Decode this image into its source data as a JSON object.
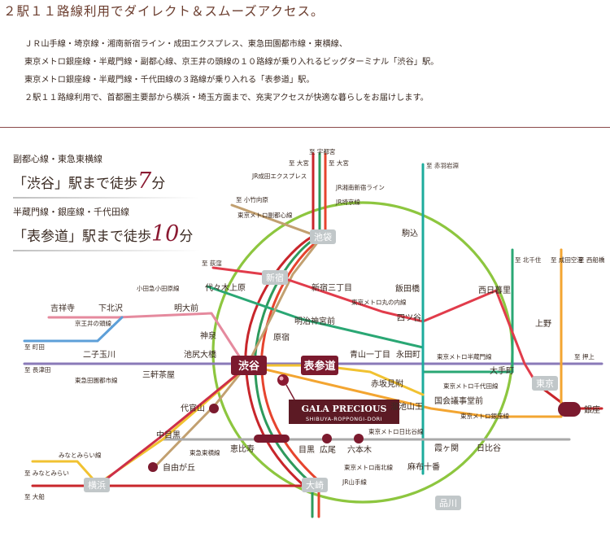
{
  "heading": "２駅１１路線利用でダイレクト＆スムーズアクセス。",
  "intro": [
    "ＪＲ山手線・埼京線・湘南新宿ライン・成田エクスプレス、東急田園都市線・東横線、",
    "東京メトロ銀座線・半蔵門線・副都心線、京王井の頭線の１０路線が乗り入れるビッグターミナル「渋谷」駅。",
    "東京メトロ銀座線・半蔵門線・千代田線の３路線が乗り入れる「表参道」駅。",
    "２駅１１路線利用で、首都圏主要部から横浜・埼玉方面まで、充実アクセスが快適な暮らしをお届けします。"
  ],
  "callouts": {
    "shibuya": {
      "lines": "副都心線・東急東横線",
      "text_before": "「渋谷」駅まで徒歩",
      "minutes": "7",
      "unit": "分"
    },
    "omotesando": {
      "lines": "半蔵門線・銀座線・千代田線",
      "text_before": "「表参道」駅まで徒歩",
      "minutes": "10",
      "unit": "分"
    }
  },
  "property": {
    "name": "GALA PRECIOUS",
    "sub": "SHIBUYA-ROPPONGI-DORI"
  },
  "colors": {
    "yamanote": "#8dc63f",
    "saikyo": "#2e9a5c",
    "shonan": "#e6442e",
    "narita": "#c8262b",
    "hanzomon": "#8a7ab8",
    "ginza": "#f3a531",
    "chiyoda": "#2aa774",
    "fukutoshin": "#c2a070",
    "marunouchi": "#e13c4b",
    "hibiya": "#a9a9a9",
    "namboku": "#1cab9c",
    "toyoko": "#cd2f49",
    "denentoshi": "#a8378c",
    "keioinokashira": "#e58a9e",
    "odakyu": "#5d9fd8",
    "yellow": "#f1c231",
    "term": "#c1c7c9",
    "major": "#7b1a2e"
  },
  "stations": {
    "terminals": [
      "池袋",
      "新宿",
      "東京",
      "品川",
      "大崎",
      "横浜"
    ],
    "majors": [
      "渋谷",
      "表参道",
      "銀座"
    ],
    "minors": [
      "代官山",
      "自由が丘",
      "広尾",
      "六本木"
    ],
    "labels": {
      "komagome": "駒込",
      "iidabashi": "飯田橋",
      "yotsuya": "四ツ谷",
      "nishinippori": "西日暮里",
      "ueno": "上野",
      "shinjukusanchome": "新宿三丁目",
      "meijijingumae": "明治神宮前",
      "harajuku": "原宿",
      "yoyogiuehara": "代々木上原",
      "shimokitazawa": "下北沢",
      "kichijoji": "吉祥寺",
      "meidaimae": "明大前",
      "shinsen": "神泉",
      "futakotamagawa": "二子玉川",
      "ikejiriohashi": "池尻大橋",
      "sangenjaya": "三軒茶屋",
      "aoyamaitchome": "青山一丁目",
      "nagatacho": "永田町",
      "akasakamitsuke": "赤坂見附",
      "otemachi": "大手町",
      "tameikesanno": "溜池山王",
      "kokkaigijidomae": "国会議事堂前",
      "kasumigaseki": "霞ヶ関",
      "hibiya": "日比谷",
      "nakameguro": "中目黒",
      "ebisu": "恵比寿",
      "meguro": "目黒",
      "azabujuban": "麻布十番"
    },
    "line_names": {
      "narita": "JR成田エクスプレス",
      "shonan": "JR湘南新宿ライン",
      "saikyo": "JR埼京線",
      "fukutoshin": "東京メトロ副都心線",
      "odakyu": "小田急小田原線",
      "keio": "京王井の頭線",
      "marunouchi": "東京メトロ丸の内線",
      "denentoshi": "東急田園都市線",
      "toyoko": "東急東横線",
      "minatomirai": "みなとみらい線",
      "hanzomon": "東京メトロ半蔵門線",
      "chiyoda": "東京メトロ千代田線",
      "ginza": "東京メトロ銀座線",
      "hibiya": "東京メトロ日比谷線",
      "namboku": "東京メトロ南北線",
      "yamanote": "JR山手線"
    },
    "destinations": {
      "utsunomiya": "至 宇都宮",
      "omiya1": "至 大宮",
      "omiya2": "至 大宮",
      "kotakemukaihara": "至 小竹向原",
      "akabaneiwabuchi": "至 赤羽岩淵",
      "ogikubo": "至 荻窪",
      "kitasenju": "至 北千住",
      "naritakuko": "至 成田空港",
      "nishifunabashi": "至 西船橋",
      "machida": "至 町田",
      "nagatsuta": "至 長津田",
      "oshiage": "至 押上",
      "minatomirai": "至 みなとみらい",
      "ofuna": "至 大船"
    }
  }
}
